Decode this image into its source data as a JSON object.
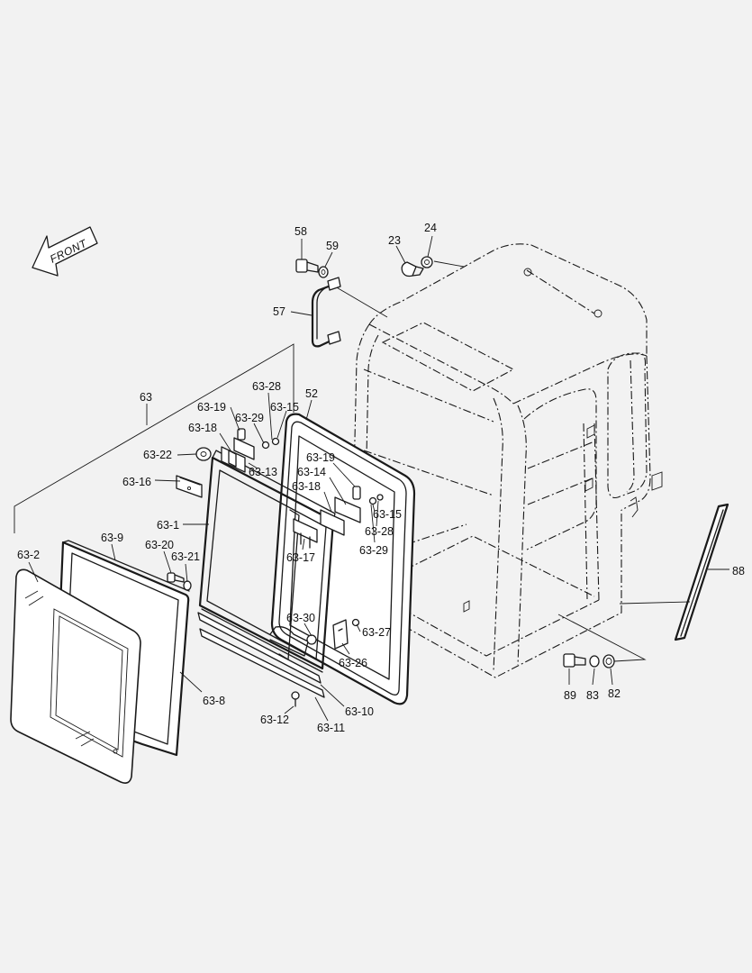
{
  "direction_label": "FRONT",
  "labels": {
    "p58": "58",
    "p59": "59",
    "p23": "23",
    "p24": "24",
    "p57": "57",
    "p63": "63",
    "p52": "52",
    "p63_28a": "63-28",
    "p63_15a": "63-15",
    "p63_19a": "63-19",
    "p63_29a": "63-29",
    "p63_18a": "63-18",
    "p63_13": "63-13",
    "p63_22": "63-22",
    "p63_16": "63-16",
    "p63_19b": "63-19",
    "p63_14": "63-14",
    "p63_18b": "63-18",
    "p63_15b": "63-15",
    "p63_28b": "63-28",
    "p63_29b": "63-29",
    "p63_1": "63-1",
    "p63_17": "63-17",
    "p63_9": "63-9",
    "p63_20": "63-20",
    "p63_21": "63-21",
    "p63_2": "63-2",
    "p63_30": "63-30",
    "p63_27": "63-27",
    "p63_26": "63-26",
    "p63_8": "63-8",
    "p63_10": "63-10",
    "p63_12": "63-12",
    "p63_11": "63-11",
    "p88": "88",
    "p89": "89",
    "p83": "83",
    "p82": "82"
  }
}
